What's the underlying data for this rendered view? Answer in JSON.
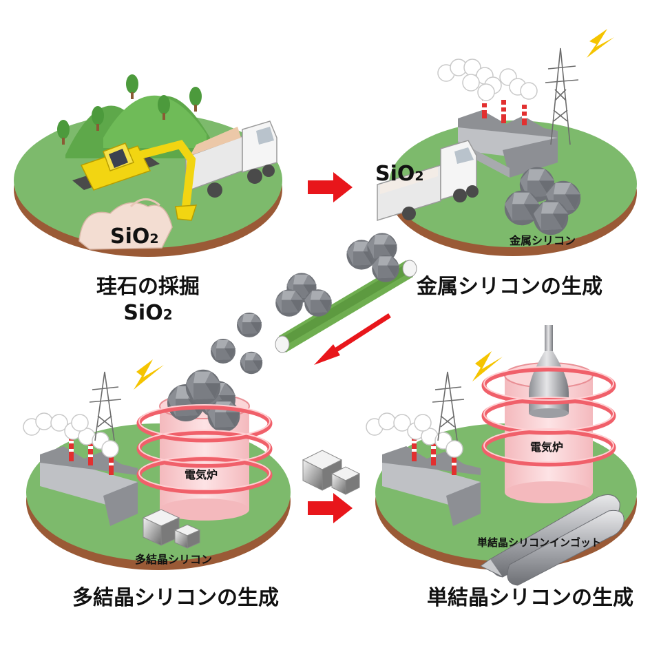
{
  "steps": [
    {
      "title": "珪石の採掘",
      "formula": "SiO",
      "formula_sub": "2"
    },
    {
      "title": "金属シリコンの生成"
    },
    {
      "title": "多結晶シリコンの生成"
    },
    {
      "title": "単結晶シリコンの生成"
    }
  ],
  "labels": {
    "sio2_mine": {
      "main": "SiO",
      "sub": "2"
    },
    "sio2_truck": {
      "main": "SiO",
      "sub": "2"
    },
    "metal_silicon": "金属シリコン",
    "furnace_a": "電気炉",
    "furnace_b": "電気炉",
    "poly_silicon": "多結晶シリコン",
    "ingot": "単結晶シリコンインゴット"
  },
  "colors": {
    "ground": "#7dba6c",
    "soil": "#9a5a36",
    "arrow": "#e8161b",
    "coil": "#f0606a",
    "furnace_glow": "#f7c2c5",
    "rock": "#8a8d93",
    "excavator": "#f2d512",
    "conveyor": "#6fae50"
  }
}
